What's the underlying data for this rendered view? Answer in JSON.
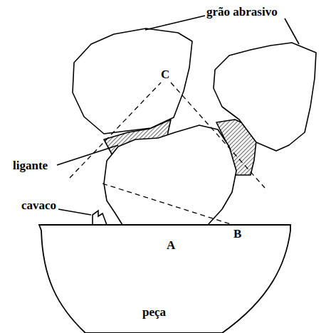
{
  "diagram": {
    "nodes": [
      {
        "text": [
          "peça"
        ]
      }
    ],
    "labels": [
      "grão abrasivo",
      "ligante",
      "cavaco",
      "A",
      "B",
      "C"
    ]
  }
}
